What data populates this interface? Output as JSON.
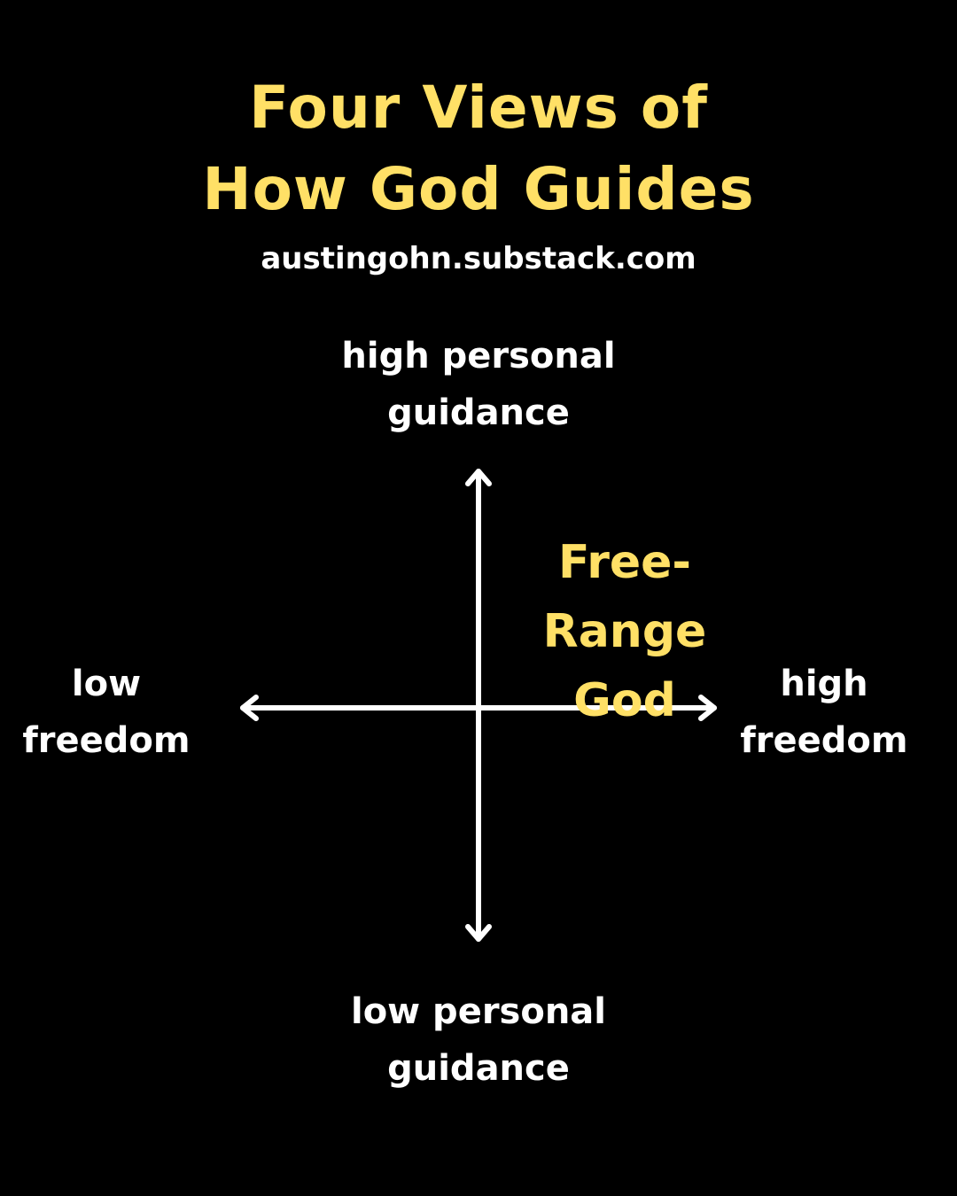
{
  "title": {
    "line1": "Four Views of",
    "line2": "How God Guides",
    "subtitle": "austingohn.substack.com"
  },
  "axes": {
    "top": {
      "line1": "high personal",
      "line2": "guidance"
    },
    "bottom": {
      "line1": "low personal",
      "line2": "guidance"
    },
    "left": {
      "line1": "low",
      "line2": "freedom"
    },
    "right": {
      "line1": "high",
      "line2": "freedom"
    }
  },
  "quadrant_label": {
    "line1": "Free-Range",
    "line2": "God",
    "quadrant": "top-right"
  },
  "colors": {
    "background": "#000000",
    "accent": "#ffe066",
    "text": "#ffffff",
    "axis": "#ffffff"
  }
}
